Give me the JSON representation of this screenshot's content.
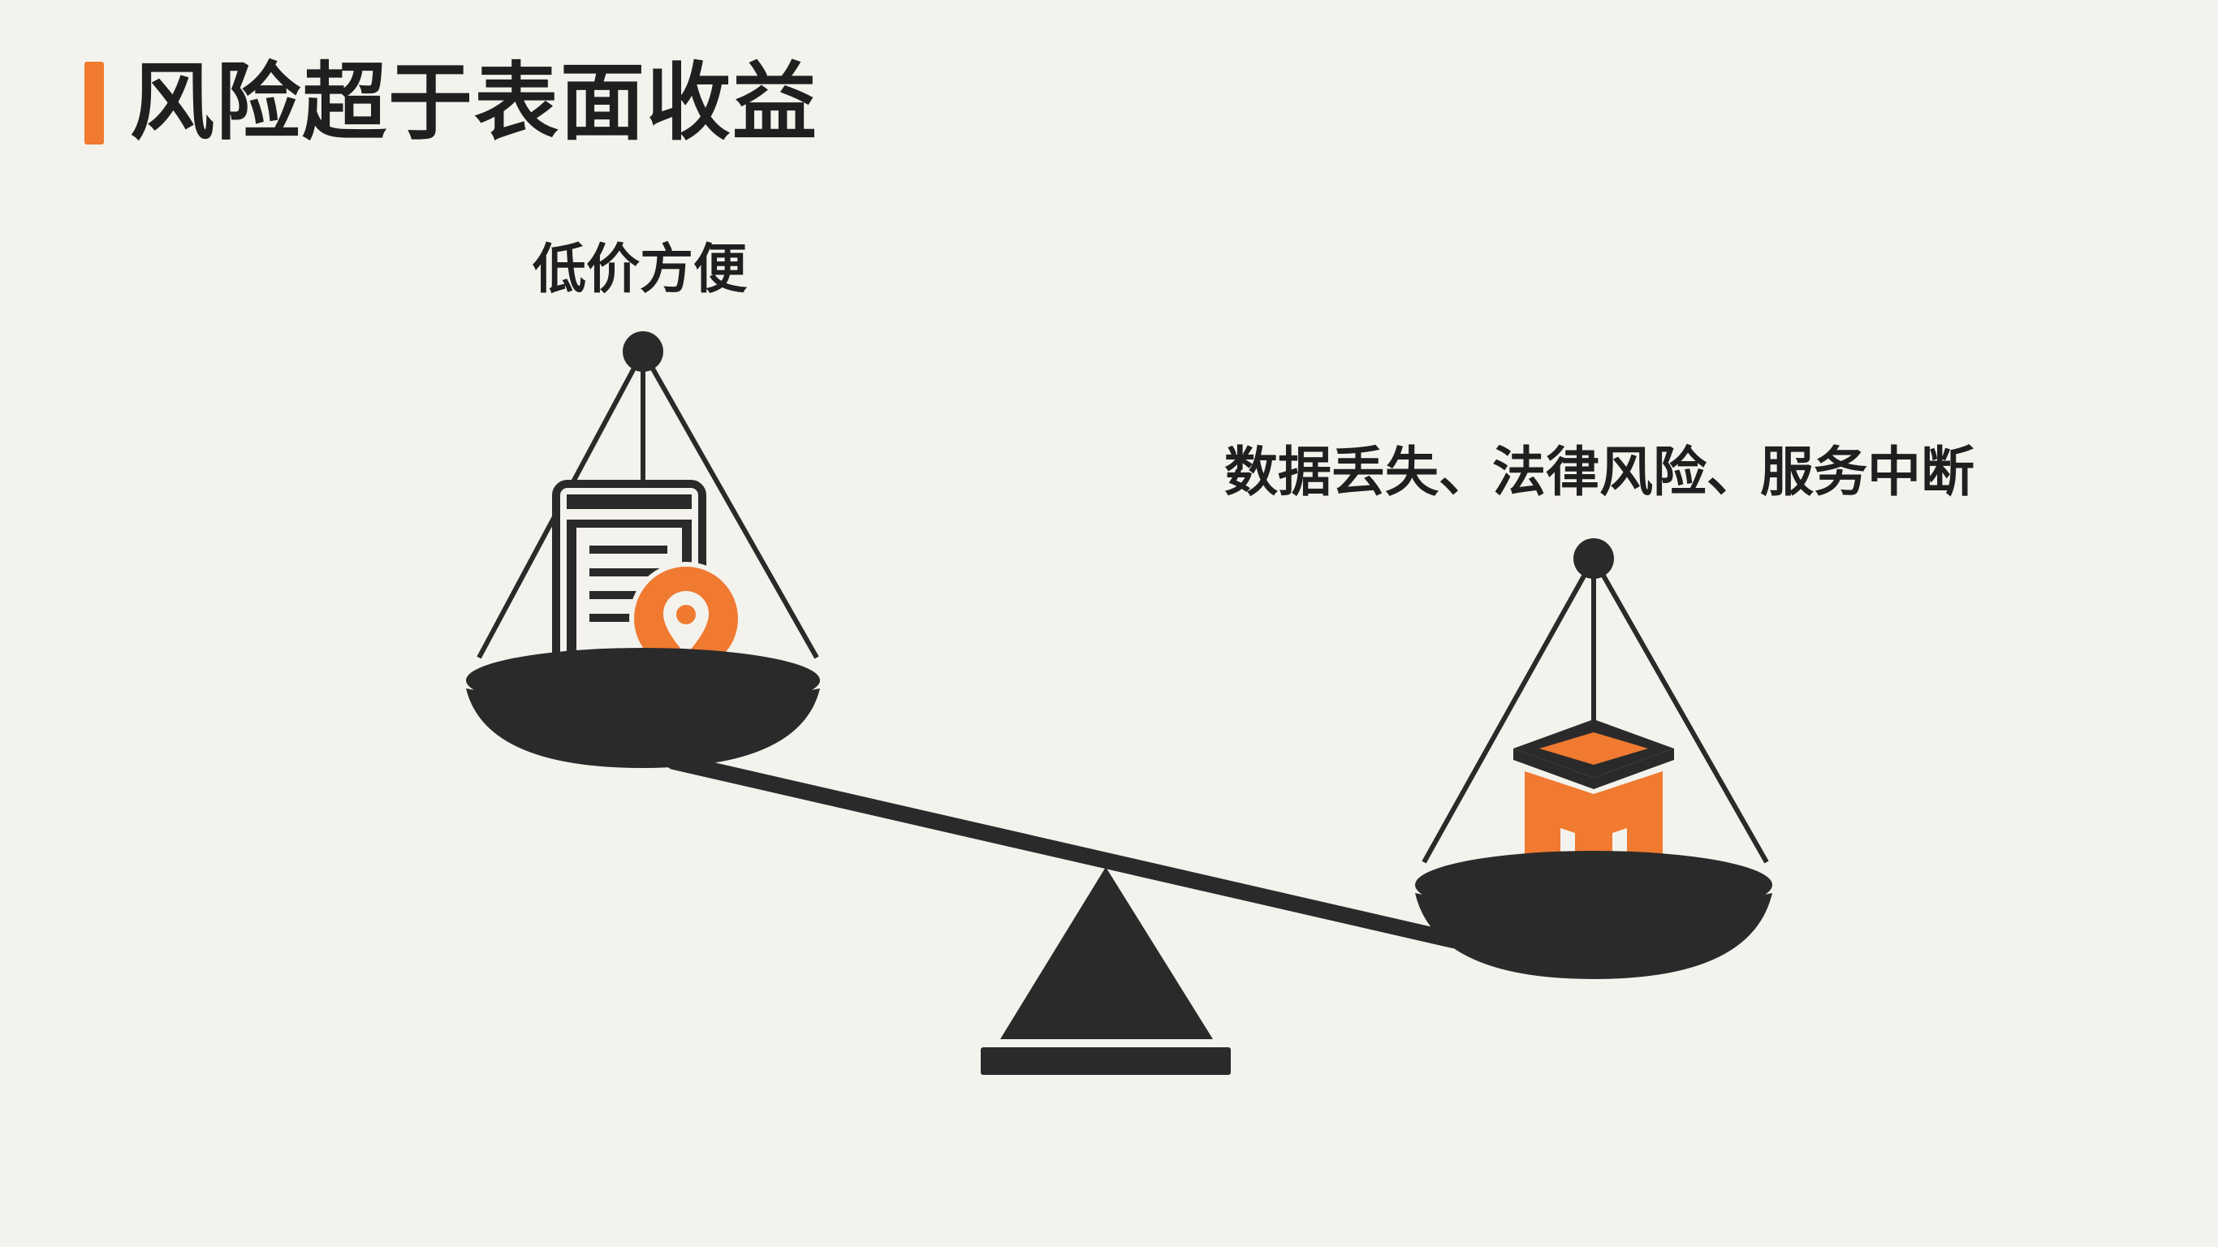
{
  "slide": {
    "title": "风险超于表面收益",
    "left_pan_label": "低价方便",
    "right_pan_label": "数据丢失、法律风险、服务中断"
  },
  "icons": {
    "left_pan": [
      "document-icon",
      "location-pin-icon"
    ],
    "right_pan": [
      "server-box-icon"
    ]
  },
  "colors": {
    "accent": "#ef7a30",
    "ink": "#2a2a2a",
    "background": "#f4f2ed"
  }
}
